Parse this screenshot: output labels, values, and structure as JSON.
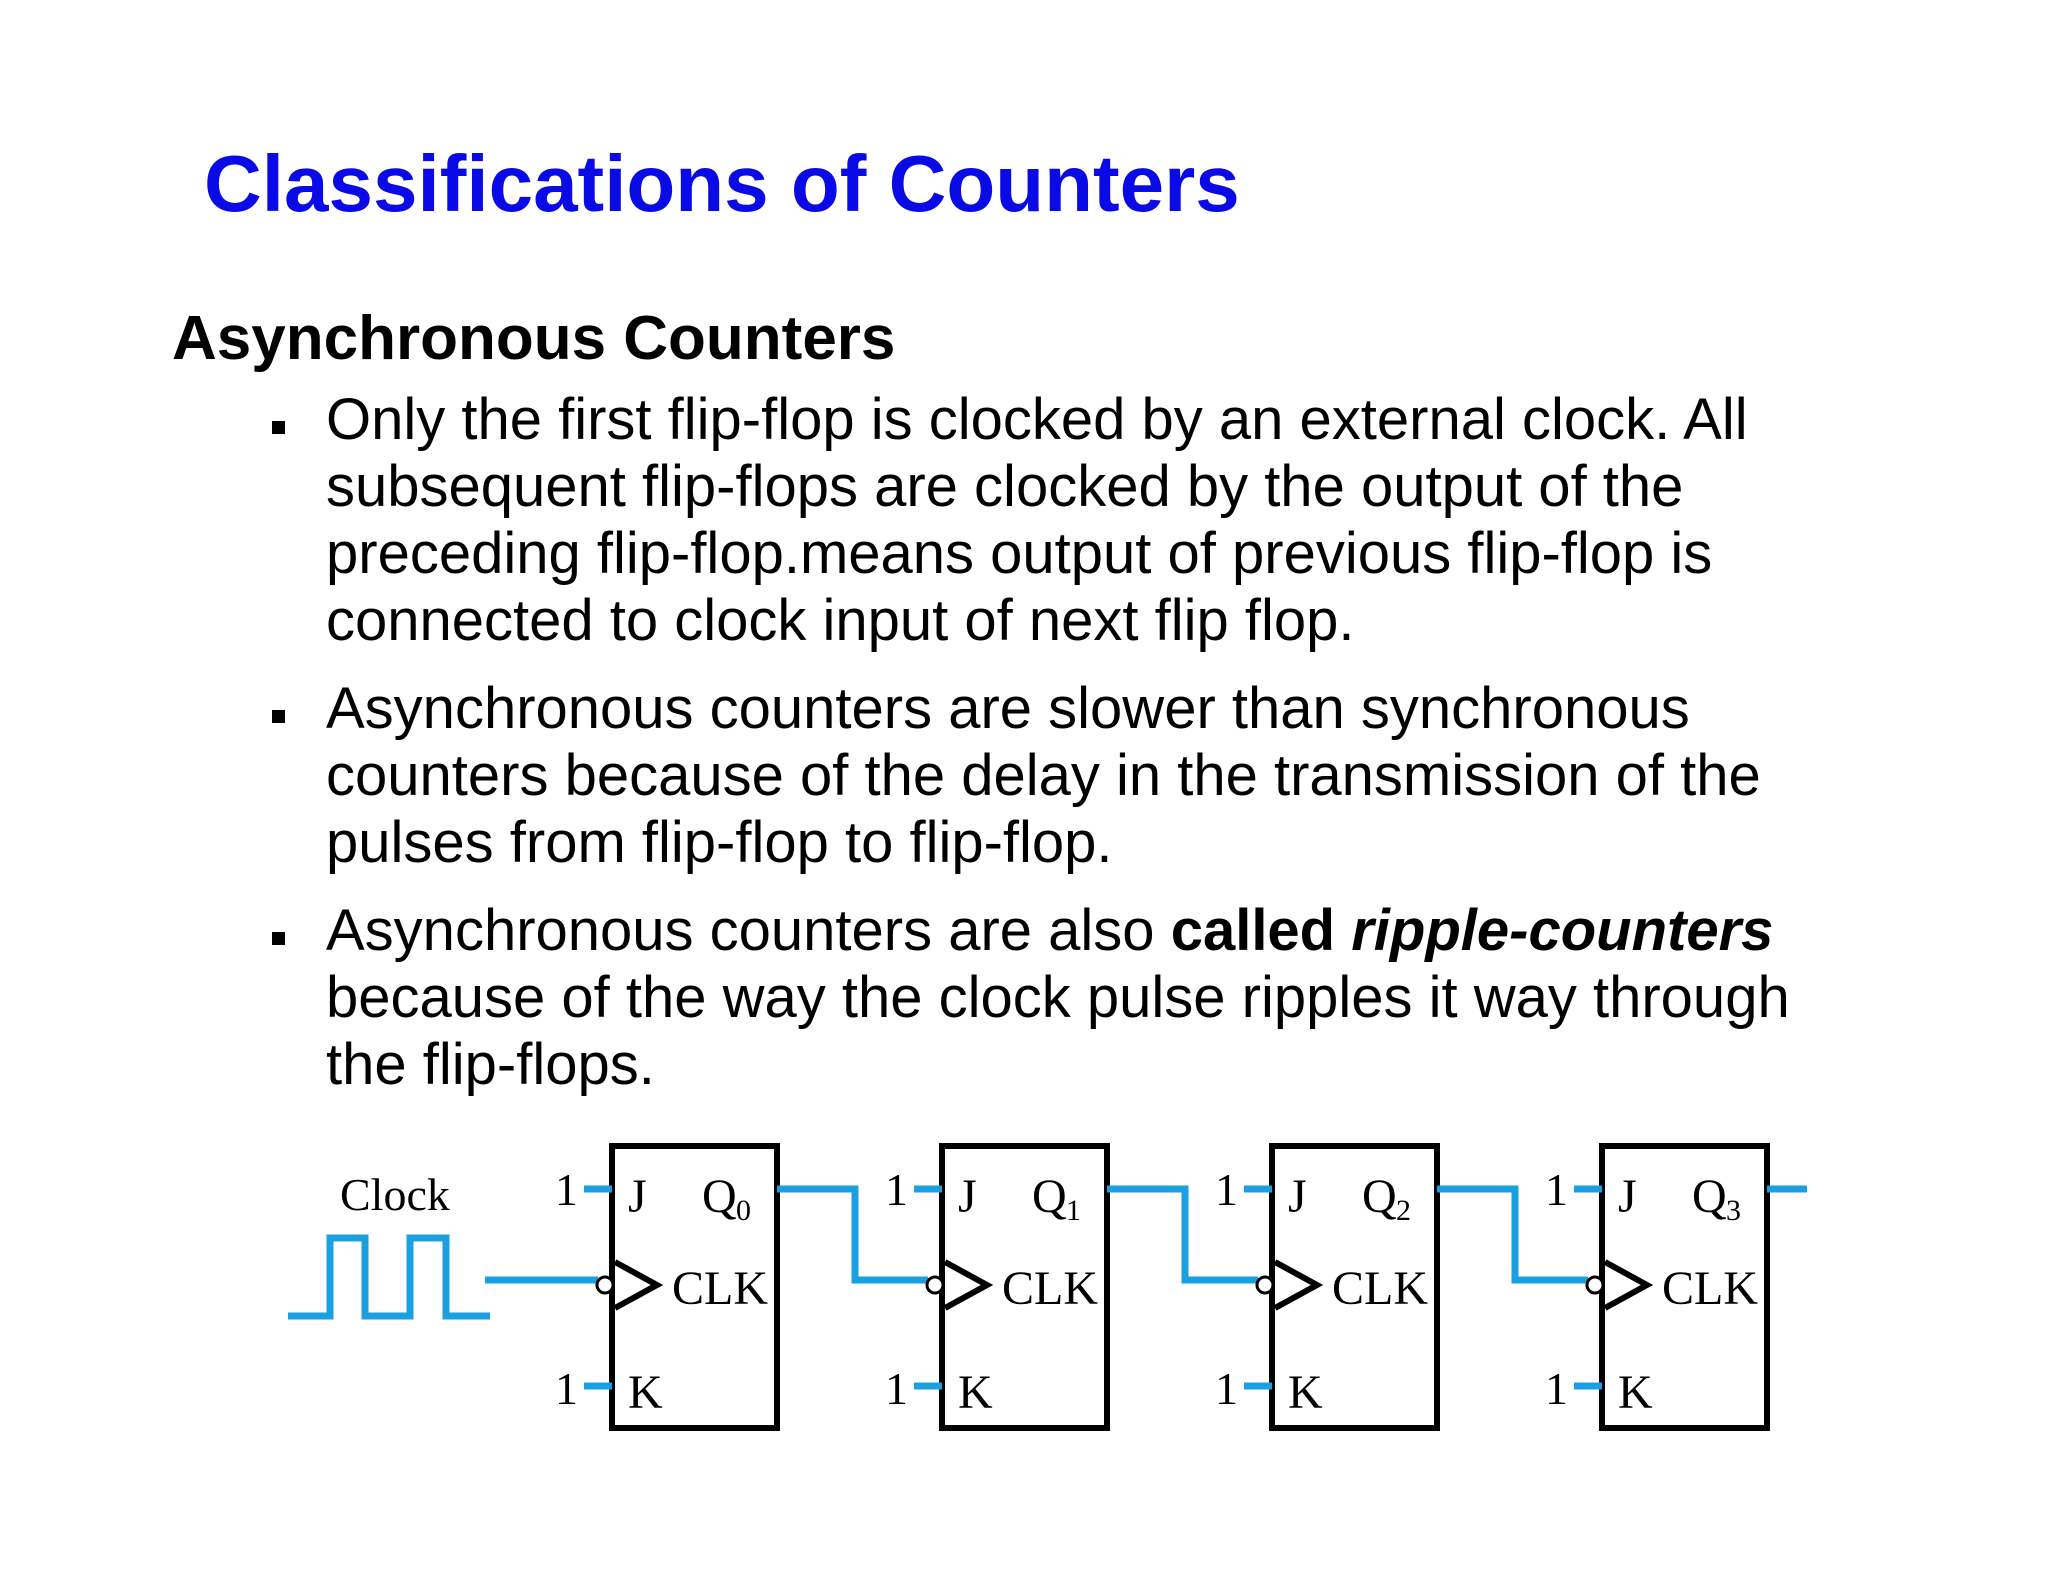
{
  "slide": {
    "title": "Classifications of Counters",
    "subtitle": "Asynchronous Counters",
    "bullets": [
      {
        "lines": [
          "Only the first flip-flop is clocked by an external clock. All",
          "subsequent flip-flops are clocked by the output of the",
          "preceding flip-flop.means output of previous flip-flop is",
          "connected to clock input of next flip flop."
        ]
      },
      {
        "lines": [
          "Asynchronous counters are slower than synchronous",
          "counters because of the delay in the transmission of the",
          "pulses from flip-flop to flip-flop."
        ]
      },
      {
        "line1_plain": "Asynchronous counters are also ",
        "line1_bold": "called ",
        "line1_bold_italic": "ripple-counters",
        "lines_rest": [
          "because of the way the clock pulse ripples it way through",
          "the flip-flops."
        ]
      }
    ]
  },
  "diagram": {
    "clock_label": "Clock",
    "wire_color": "#1a9fe0",
    "flip_flops": [
      {
        "j_input": "1",
        "k_input": "1",
        "j_label": "J",
        "k_label": "K",
        "clk_label": "CLK",
        "q_label": "Q",
        "q_index": "0"
      },
      {
        "j_input": "1",
        "k_input": "1",
        "j_label": "J",
        "k_label": "K",
        "clk_label": "CLK",
        "q_label": "Q",
        "q_index": "1"
      },
      {
        "j_input": "1",
        "k_input": "1",
        "j_label": "J",
        "k_label": "K",
        "clk_label": "CLK",
        "q_label": "Q",
        "q_index": "2"
      },
      {
        "j_input": "1",
        "k_input": "1",
        "j_label": "J",
        "k_label": "K",
        "clk_label": "CLK",
        "q_label": "Q",
        "q_index": "3"
      }
    ]
  }
}
